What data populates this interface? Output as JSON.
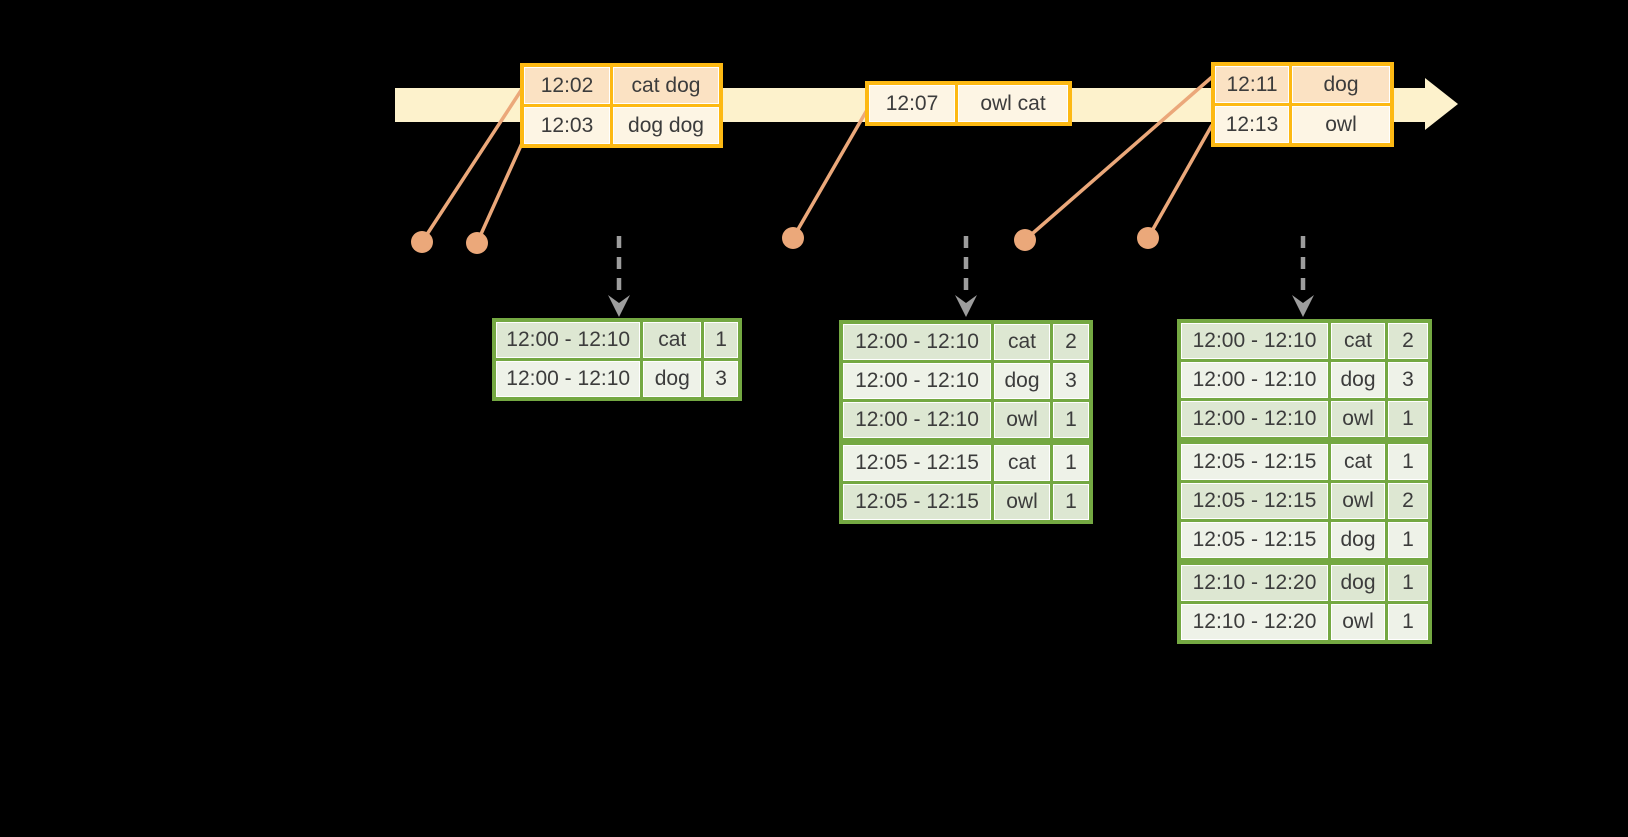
{
  "colors": {
    "band": "#fdf2cc",
    "gold": "#fdb913",
    "peach": "#fbe2c3",
    "cream": "#fdf5e4",
    "salmon": "#eba87a",
    "gray": "#9d9d9d",
    "green": "#74a842",
    "greendark": "#dde7d2",
    "greenlight": "#eef2e8",
    "ink": "#3c3c3c"
  },
  "event_tables": [
    {
      "rows": [
        [
          "12:02",
          "cat dog"
        ],
        [
          "12:03",
          "dog dog"
        ]
      ]
    },
    {
      "rows": [
        [
          "12:07",
          "owl cat"
        ]
      ]
    },
    {
      "rows": [
        [
          "12:11",
          "dog"
        ],
        [
          "12:13",
          "owl"
        ]
      ]
    }
  ],
  "result_tables": [
    {
      "rows": [
        [
          "12:00 - 12:10",
          "cat",
          "1"
        ],
        [
          "12:00 - 12:10",
          "dog",
          "3"
        ]
      ]
    },
    {
      "rows": [
        [
          "12:00 - 12:10",
          "cat",
          "2"
        ],
        [
          "12:00 - 12:10",
          "dog",
          "3"
        ],
        [
          "12:00 - 12:10",
          "owl",
          "1"
        ],
        [
          "12:05 - 12:15",
          "cat",
          "1"
        ],
        [
          "12:05 - 12:15",
          "owl",
          "1"
        ]
      ]
    },
    {
      "rows": [
        [
          "12:00 - 12:10",
          "cat",
          "2"
        ],
        [
          "12:00 - 12:10",
          "dog",
          "3"
        ],
        [
          "12:00 - 12:10",
          "owl",
          "1"
        ],
        [
          "12:05 - 12:15",
          "cat",
          "1"
        ],
        [
          "12:05 - 12:15",
          "owl",
          "2"
        ],
        [
          "12:05 - 12:15",
          "dog",
          "1"
        ],
        [
          "12:10 - 12:20",
          "dog",
          "1"
        ],
        [
          "12:10 - 12:20",
          "owl",
          "1"
        ]
      ]
    }
  ]
}
